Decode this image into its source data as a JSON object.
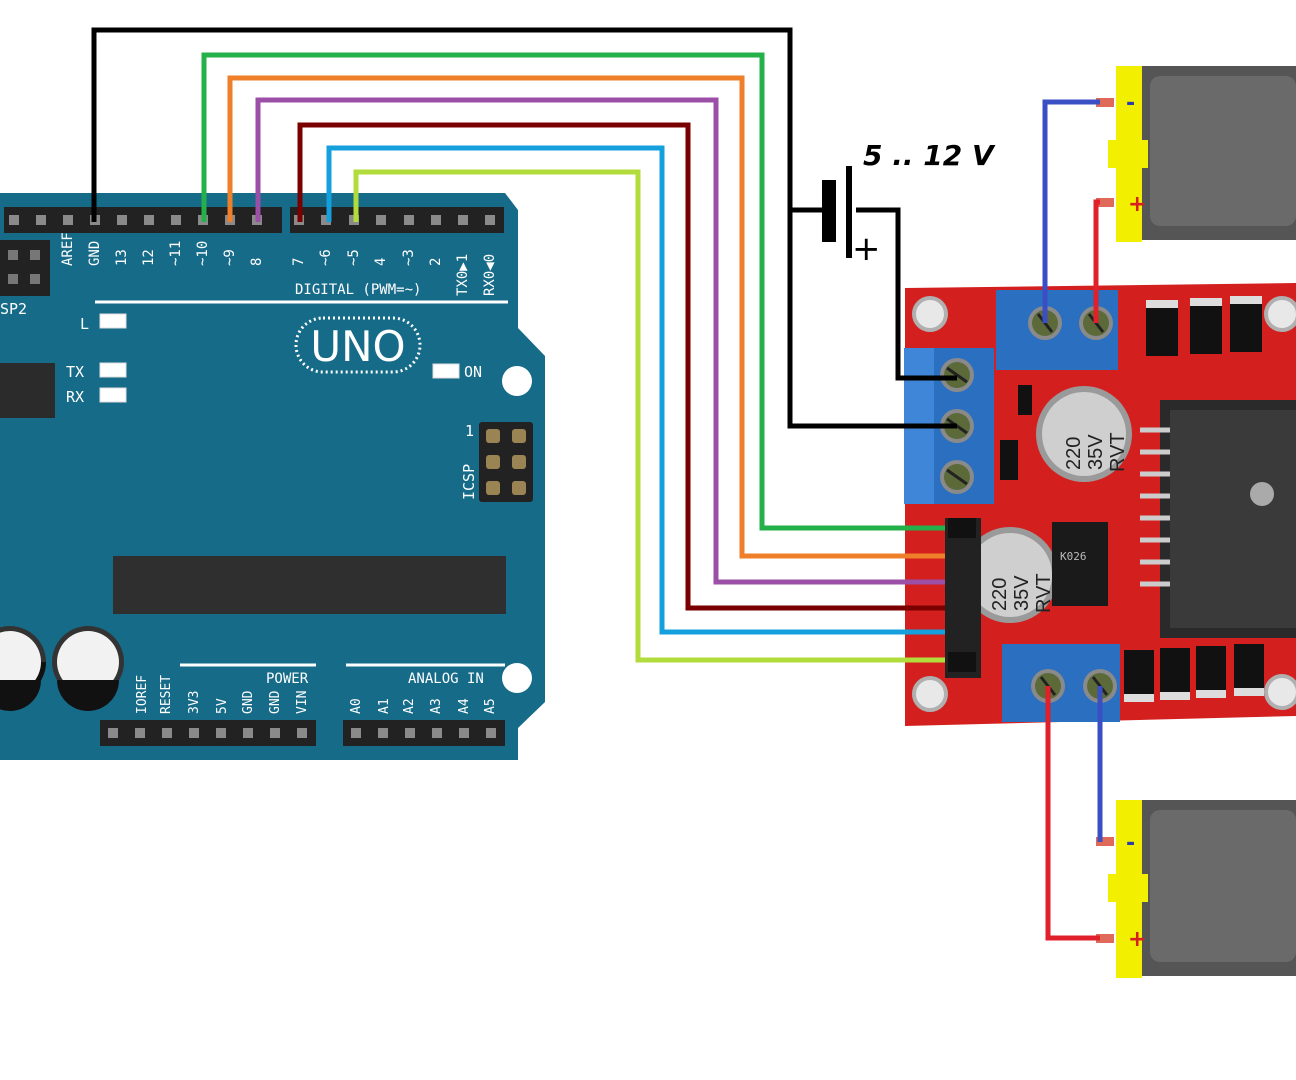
{
  "supply": {
    "voltage_label": "5 .. 12 V",
    "plus_symbol": "+"
  },
  "arduino": {
    "logo": "UNO",
    "icsp2_label": "SP2",
    "digital_label": "DIGITAL (PWM=~)",
    "power_label": "POWER",
    "analog_label": "ANALOG IN",
    "icsp_label": "ICSP",
    "icsp_pin1": "1",
    "led_l": "L",
    "led_tx": "TX",
    "led_rx": "RX",
    "led_on": "ON",
    "digital_pins": [
      "AREF",
      "GND",
      "13",
      "12",
      "~11",
      "~10",
      "~9",
      "8",
      "7",
      "~6",
      "~5",
      "4",
      "~3",
      "2",
      "TX0▶1",
      "RX0◀0"
    ],
    "power_pins": [
      "IOREF",
      "RESET",
      "3V3",
      "5V",
      "GND",
      "GND",
      "VIN"
    ],
    "analog_pins": [
      "A0",
      "A1",
      "A2",
      "A3",
      "A4",
      "A5"
    ]
  },
  "driver": {
    "cap1": {
      "value": "220",
      "voltage": "35V",
      "brand": "RVT"
    },
    "cap2": {
      "value": "220",
      "voltage": "35V",
      "brand": "RVT"
    },
    "regulator_text": "K026"
  },
  "motors": {
    "top": {
      "minus": "-",
      "plus": "+"
    },
    "bottom": {
      "minus": "-",
      "plus": "+"
    }
  },
  "colors": {
    "board_blue": "#166b89",
    "driver_red": "#d41f1f",
    "wire_black": "#000000",
    "wire_green": "#25b14a",
    "wire_orange": "#f07f2a",
    "wire_purple": "#9b4fa6",
    "wire_darkred": "#7a0000",
    "wire_blue": "#14a0dc",
    "wire_lime": "#b2dc3c",
    "motor_wire_blue": "#3a4fc4",
    "motor_wire_red": "#e0202a",
    "motor_cap_yellow": "#f2f000"
  }
}
